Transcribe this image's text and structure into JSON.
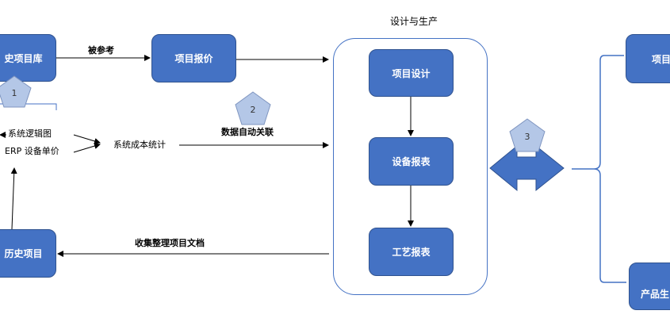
{
  "nodes": {
    "history_lib": "史项目库",
    "quote": "项目报价",
    "design": "项目设计",
    "equipment": "设备报表",
    "process": "工艺报表",
    "history_proj": "历史项目",
    "right_top": "项目",
    "right_bottom": "产品生"
  },
  "container_title": "设计与生产",
  "labels": {
    "ref": "被参考",
    "logic": "系统逻辑图",
    "erp": "ERP 设备单价",
    "cost": "系统成本统计",
    "auto_link": "数据自动关联",
    "collect": "收集整理项目文档"
  },
  "badges": [
    "1",
    "2",
    "3"
  ],
  "colors": {
    "node_fill": "#4472c4",
    "node_border": "#2f528f",
    "badge_fill": "#b4c7e7",
    "arrow": "#000000"
  }
}
